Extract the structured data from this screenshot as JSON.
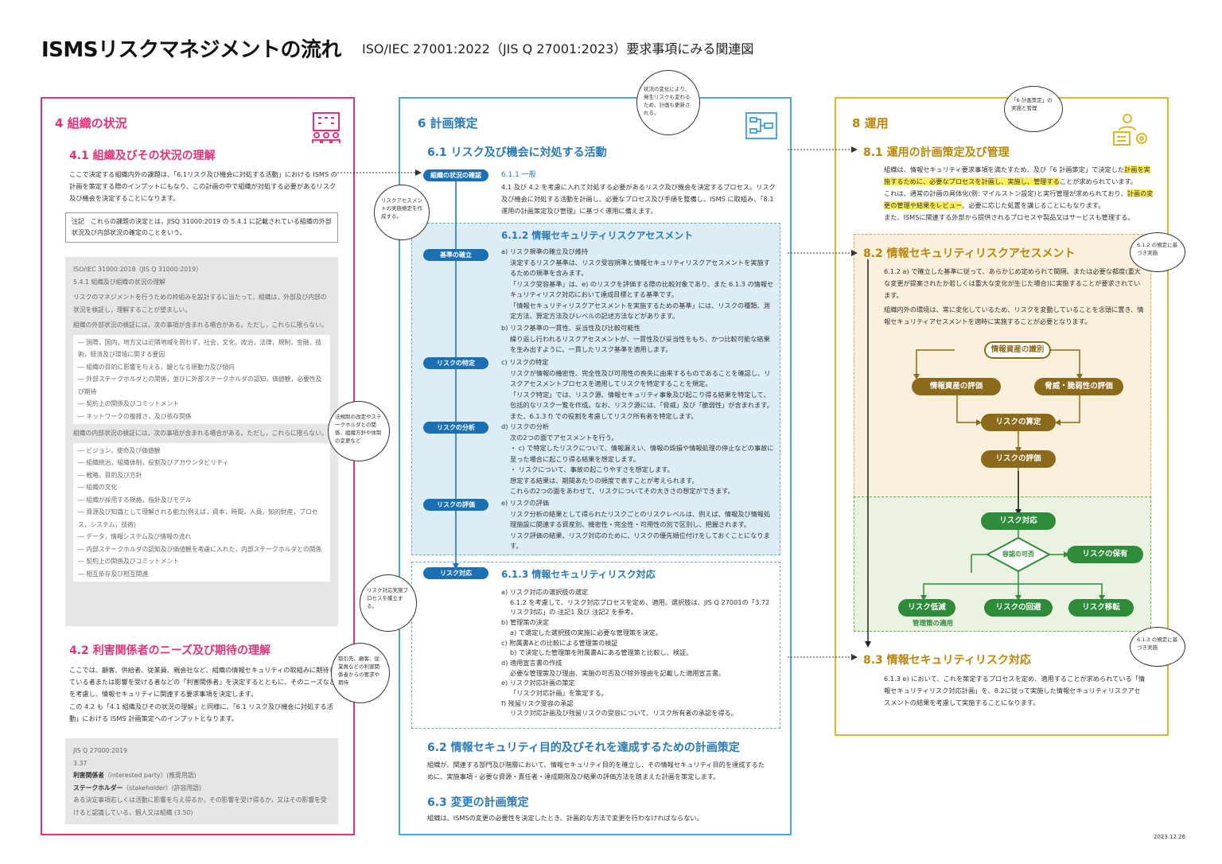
{
  "title": "ISMSリスクマネジメントの流れ",
  "subtitle": "ISO/IEC 27001:2022（JIS Q 27001:2023）要求事項にみる関連図",
  "date": "2023.12.26",
  "col1": {
    "heading": "4 組織の状況",
    "h41": "4.1 組織及びその状況の理解",
    "p41": "ここで決定する組織内外の課題は、「6.1リスク及び機会に対処する活動」における ISMS の計画を策定する際のインプットにもなり、この計画の中で組織が対処する必要があるリスク及び機会を決定することになります。",
    "note": "注記　これらの課題の決定とは，JISQ 31000:2019 の 5.4.1 に記載されている組織の外部状況及び内部状況の確定のことをいう。",
    "g1": "ISO/IEC 31000:2018（JIS Q 31000:2019）",
    "g2": "5.4.1 組織及び組織の状況の理解",
    "g3": "リスクのマネジメントを行うための枠組みを設計するに当たって，組織は，外部及び内部の状況を検証し，理解することが望ましい。",
    "g4": "組織の外部状況の検証には，次の事項が含まれる場合がある。ただし，これらに限らない。",
    "ext": [
      "― 国際，国内，地方又は近隣地域を問わず，社会，文化，政治，法律，規制，金融，技術，経済及び環境に関する要因",
      "― 組織の目的に影響を与える，鍵となる原動力及び傾向",
      "― 外部ステークホルダとの関係，並びに外部ステークホルダの認知，価値観，必要性及び期待",
      "― 契約上の関係及びコミットメント",
      "― ネットワークの複雑さ，及び依存関係"
    ],
    "g5": "組織の内部状況の検証には，次の事項が含まれる場合がある。ただし，これらに限らない。",
    "int": [
      "― ビジョン，使命及び価値観",
      "― 組織統治，組織体制，役割及びアカウンタビリティ",
      "― 戦略，目的及び方針",
      "― 組織の文化",
      "― 組織が採用する規格，指針及びモデル",
      "― 資源及び知識として理解される能力(例えば，資本，時間，人員，知的財産，プロセス，システム，技術)",
      "― データ，情報システム及び情報の流れ",
      "― 内部ステークホルダの認知及び価値観を考慮に入れた，内部ステークホルダとの関係",
      "― 契約上の関係及びコミットメント",
      "― 相互依存及び相互関連"
    ],
    "h42": "4.2 利害関係者のニーズ及び期待の理解",
    "p42a": "ここでは、顧客、供給者、従業員、親会社など、組織の情報セキュリティの取組みに期待している者または影響を受ける者などの「利害関係者」を決定するとともに、そのニーズなどを考慮し、情報セキュリティに関連する要求事項を決定します。",
    "p42b": "この 4.2 も「4.1 組織及びその状況の理解」と同様に、「6.1 リスク及び機会に対処する活動」における ISMS 計画策定へのインプットとなります。",
    "j1": "JIS Q 27000:2019",
    "j2": "3.37",
    "j3a": "利害関係者",
    "j3b": "（interested party）(推奨用語)",
    "j4a": "ステークホルダー",
    "j4b": "（stakeholder）(許容用語)",
    "j5": "ある決定事項若しくは活動に影響を与え得るか，その影響を受け得るか，又はその影響を受けると認識している，個人又は組織 (3.50)"
  },
  "col2": {
    "heading": "6 計画策定",
    "h61": "6.1 リスク及び機会に対処する活動",
    "h611": "6.1.1 一般",
    "p611": "4.1 及び 4.2 を考慮に入れて対処する必要があるリスク及び機会を決定するプロセス。リスク及び機会に対処する活動を計画し、必要なプロセス及び手順を整備し、ISMS に取組み、「8.1 運用の計画策定及び管理」に基づく運用に備えます。",
    "h612": "6.1.2 情報セキュリティリスクアセスメント",
    "a": [
      "a) リスク規準の確立及び維持",
      "決定するリスク基準は、リスク受容規準と情報セキュリティリスクアセスメントを実施するための規準を含みます。",
      "「リスク受容基準」は、e) のリスクを評価する際の比較対象であり、また 6.1.3 の情報セキュリティリスク対応において達成目標とする基準です。",
      "「情報セキュリティリスクアセスメントを実施するための基準」には、リスクの種類、測定方法、算定方法及びレベルの記述方法などがあります。"
    ],
    "b": [
      "b) リスク基準の一貫性、妥当性及び比較可能性",
      "繰り返し行われるリスクアセスメントが、一貫性及び妥当性をもち、かつ比較可能な結果を生み出すように、一貫したリスク基準を適用します。"
    ],
    "c": [
      "c) リスクの特定",
      "リスクが情報の機密性、完全性及び可用性の喪失に由来するものであることを確認し、リスクアセスメントプロセスを適用してリスクを特定することを規定。",
      "「リスク特定」では、リスク源、情報セキュリティ事象及び起こり得る結果を特定して、包括的なリスク一覧を作成。なお、リスク源には、「脅威」及び「脆弱性」が含まれます。また、6.1.3 f) での役割を考慮してリスク所有者を特定します。"
    ],
    "d": [
      "d) リスクの分析",
      "次の2つの面でアセスメントを行う。",
      "・ c) で特定したリスクについて、情報漏えい、情報の毀損や情報処理の停止などの事故に至った場合に起こり得る結果を想定します。",
      "・ リスクについて、事故の起こりやすさを想定します。",
      "想定する結果は、期間あたりの頻度で表すことが考えられます。",
      "これらの2つの面をあわせて、リスクについてその大きさの想定ができます。"
    ],
    "e": [
      "e) リスクの評価",
      "リスク分析の結果として得られたリスクごとのリスクレベルは、例えば、情報及び情報処理施設に関連する資産別、機密性・完全性・可用性の別で区別し、把握されます。",
      "リスク評価の結果、リスク対応のために、リスクの優先順位付けをしておくことになります。"
    ],
    "h613": "6.1.3 情報セキュリティリスク対応",
    "r613": [
      "a) リスク対応の選択肢の選定",
      "6.1.2 を考慮して、リスク対応プロセスを定め、適用。選択肢は、JIS Q 27001の「3.72 リスク対応」の 注記1 及び 注記2 を参考。",
      "b) 管理策の決定",
      "a) で選定した選択肢の実施に必要な管理策を決定。",
      "c) 附属書Aとの比較による管理策の検証",
      "b) で決定した管理策を附属書Aにある管理策と比較し、検証。",
      "d) 適用宣言書の作成",
      "必要な管理策及び理由、実施の可否及び除外理由を記載した適用宣言書。",
      "e) リスク対応計画の策定",
      "「リスク対応計画」を策定する。",
      "f) 残留リスク受容の承認",
      "リスク対応計画及び残留リスクの受容について、リスク所有者の承認を得る。"
    ],
    "h62": "6.2 情報セキュリティ目的及びそれを達成するための計画策定",
    "p62": "組織が、関連する部門及び階層において、情報セキュリティ目的を確立し、その情報セキュリティ目的を達成するために、実施事項・必要な資源・責任者・達成期限及び結果の評価方法を踏まえた計画を策定します。",
    "h63": "6.3 変更の計画策定",
    "p63": "組織は、ISMSの変更の必要性を決定したとき、計画的な方法で変更を行わなければならない。",
    "pills": [
      "組織の状況の確認",
      "基準の確立",
      "リスクの特定",
      "リスクの分析",
      "リスクの評価",
      "リスク対応"
    ]
  },
  "col3": {
    "heading": "8 運用",
    "h81": "8.1 運用の計画策定及び管理",
    "p81": [
      "組織は、情報セキュリティ要求事項を満たすため、及び「6 計画策定」で決定した",
      "計画を実施するために、必要なプロセスを計画し、実施し、管理する",
      "ことが求められています。",
      "これは、通常の計画の具体化(例: マイルストン設定)と実行管理が求められており、",
      "計画の変更の管理や結果をレビュー",
      "。必要に応じた処置を講じることにもなります。",
      "また、ISMSに関連する外部から提供されるプロセスや製品又はサービスも管理する。"
    ],
    "h82": "8.2 情報セキュリティリスクアセスメント",
    "p82a": "6.1.2 a) で確立した基準に従って、あらかじめ定められて間隔、または必要な都度(重大な変更が提案されたか若しくは重大な変化が生じた場合)に実施することが要求されています。",
    "p82b": "組織内外の環境は、常に変化しているため、リスクを変動していることを念頭に置き、情報セキュリティアセスメントを適時に実施することが必要となります。",
    "flow": {
      "identify": "情報資産の識別",
      "asset": "情報資産の評価",
      "threat": "脅威・脆弱性の評価",
      "calc": "リスクの算定",
      "eval": "リスクの評価",
      "treat": "リスク対応",
      "accept": "容認の可否",
      "retain": "リスクの保有",
      "reduce": "リスク低減",
      "avoid": "リスクの回避",
      "transfer": "リスク移転",
      "control": "管理策の適用"
    },
    "h83": "8.3 情報セキュリティリスク対応",
    "p83": "6.1.3 e) において、これを策定するプロセスを定め、適用することが求められている「情報セキュリティリスク対応計画」を、8.2に従って実施した情報セキュリティリスクアセスメントの結果を考慮して実施することになります。"
  },
  "bubbles": {
    "b1": "状況の変化により、発生リスクも変わるため、計画も更新される。",
    "b2": "リスクアセスメントの実施規定を作成する。",
    "b3": "法規制の改定やステークホルダとの関係、組織方針や体制の変更など",
    "b4": "リスク対応実施プロセスを確立する。",
    "b5": "取引先、顧客、従業員などの利害関係者からの要求や期待",
    "b6": "「6 計画策定」の実施と管理",
    "b7": "6.1.2 の規定に基づき実施",
    "b8": "6.1.3 の規定に基づき実施"
  }
}
